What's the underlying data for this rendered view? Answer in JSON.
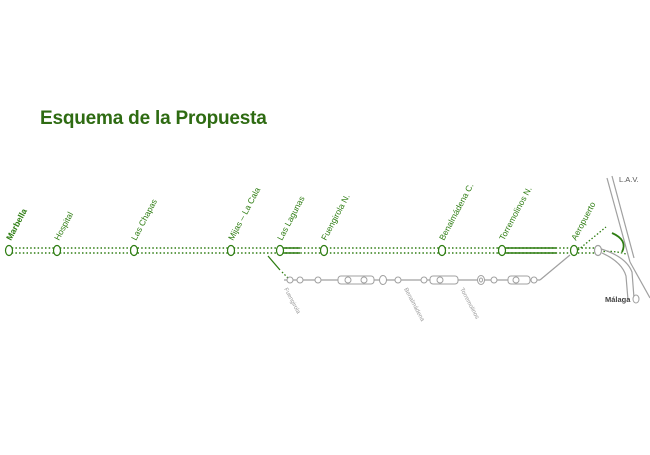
{
  "title": "Esquema de la Propuesta",
  "colors": {
    "new_line": "#2e7d12",
    "existing_line": "#a0a0a0",
    "title": "#2e6b12"
  },
  "stations": [
    {
      "label": "Marbella",
      "bold": true
    },
    {
      "label": "Hospital",
      "bold": false
    },
    {
      "label": "Las Chapas",
      "bold": false
    },
    {
      "label": "Mijas – La Cala",
      "bold": false
    },
    {
      "label": "Las Lagunas",
      "bold": false
    },
    {
      "label": "Fuengirola N.",
      "bold": false
    },
    {
      "label": "Benalmádena C.",
      "bold": false
    },
    {
      "label": "Torremolinos N.",
      "bold": false
    },
    {
      "label": "Aeropuerto",
      "bold": false
    }
  ],
  "existing_stations": [
    {
      "label": "Fuengirola"
    },
    {
      "label": "Benalmádena"
    },
    {
      "label": "Torremolinos"
    }
  ],
  "side_labels": {
    "lav": "L.A.V.",
    "malaga": "Málaga"
  }
}
